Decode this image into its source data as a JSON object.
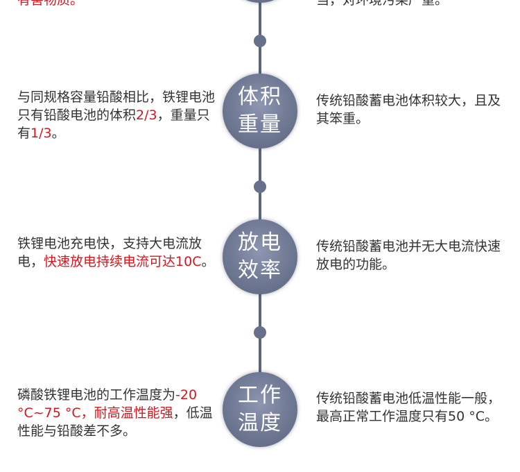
{
  "top_partial": {
    "left_text": "有害物质。",
    "right_text": "当，对环境污染严重。"
  },
  "rows": [
    {
      "circle": [
        "体积",
        "重量"
      ],
      "left": {
        "a": "与同规格容量铅酸相比，铁锂电池只有铅酸电池的体积",
        "b": "2/3",
        "c": "，重量只有",
        "d": "1/3",
        "e": "。"
      },
      "right": "传统铅酸蓄电池体积较大，且及其笨重。"
    },
    {
      "circle": [
        "放电",
        "效率"
      ],
      "left": {
        "a": "铁锂电池充电快，支持大电流放电，",
        "b": "快速放电持续电流可达10C",
        "c": "。"
      },
      "right": "传统铅酸蓄电池并无大电流快速放电的功能。"
    },
    {
      "circle": [
        "工作",
        "温度"
      ],
      "left": {
        "a": "磷酸铁锂电池的工作温度为",
        "b": "-20 °C~75 °C，耐高温性能强",
        "c": "，低温性能与铅酸差不多。"
      },
      "right": "传统铅酸蓄电池低温性能一般，最高正常工作温度只有50 °C。"
    }
  ],
  "colors": {
    "highlight": "#d5161d",
    "circle": "#747d98",
    "line": "#5d6577"
  }
}
